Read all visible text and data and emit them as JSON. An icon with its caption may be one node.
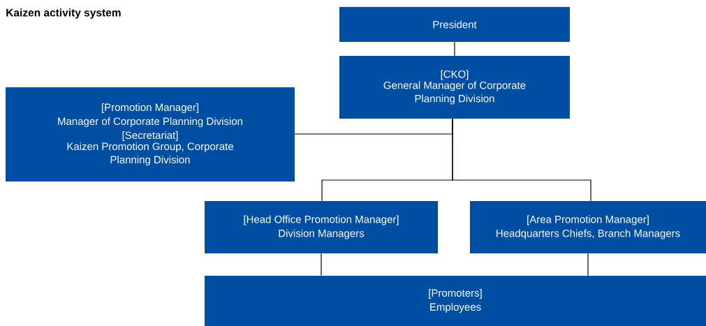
{
  "diagram": {
    "title": "Kaizen activity system",
    "nodes": [
      {
        "text": [
          "President"
        ]
      },
      {
        "text": [
          "[CKO]",
          "General Manager of Corporate Planning Division"
        ]
      },
      {
        "text": [
          "[Promotion Manager]",
          "Manager of Corporate Planning Division",
          "[Secretariat]",
          "Kaizen Promotion Group, Corporate Planning Division"
        ]
      },
      {
        "text": [
          "[Head Office Promotion Manager]",
          "Division Managers"
        ]
      },
      {
        "text": [
          "[Area Promotion Manager]",
          "Headquarters Chiefs, Branch Managers"
        ]
      },
      {
        "text": [
          "[Promoters]",
          "Employees"
        ]
      }
    ],
    "edges": [
      {
        "from": 0,
        "to": 1,
        "arrow": "none"
      },
      {
        "from": 1,
        "to": 2,
        "arrow": "none"
      },
      {
        "from": 1,
        "to": 3,
        "arrow": "none"
      },
      {
        "from": 1,
        "to": 4,
        "arrow": "none"
      },
      {
        "from": 3,
        "to": 5,
        "arrow": "none"
      },
      {
        "from": 4,
        "to": 5,
        "arrow": "none"
      }
    ]
  }
}
